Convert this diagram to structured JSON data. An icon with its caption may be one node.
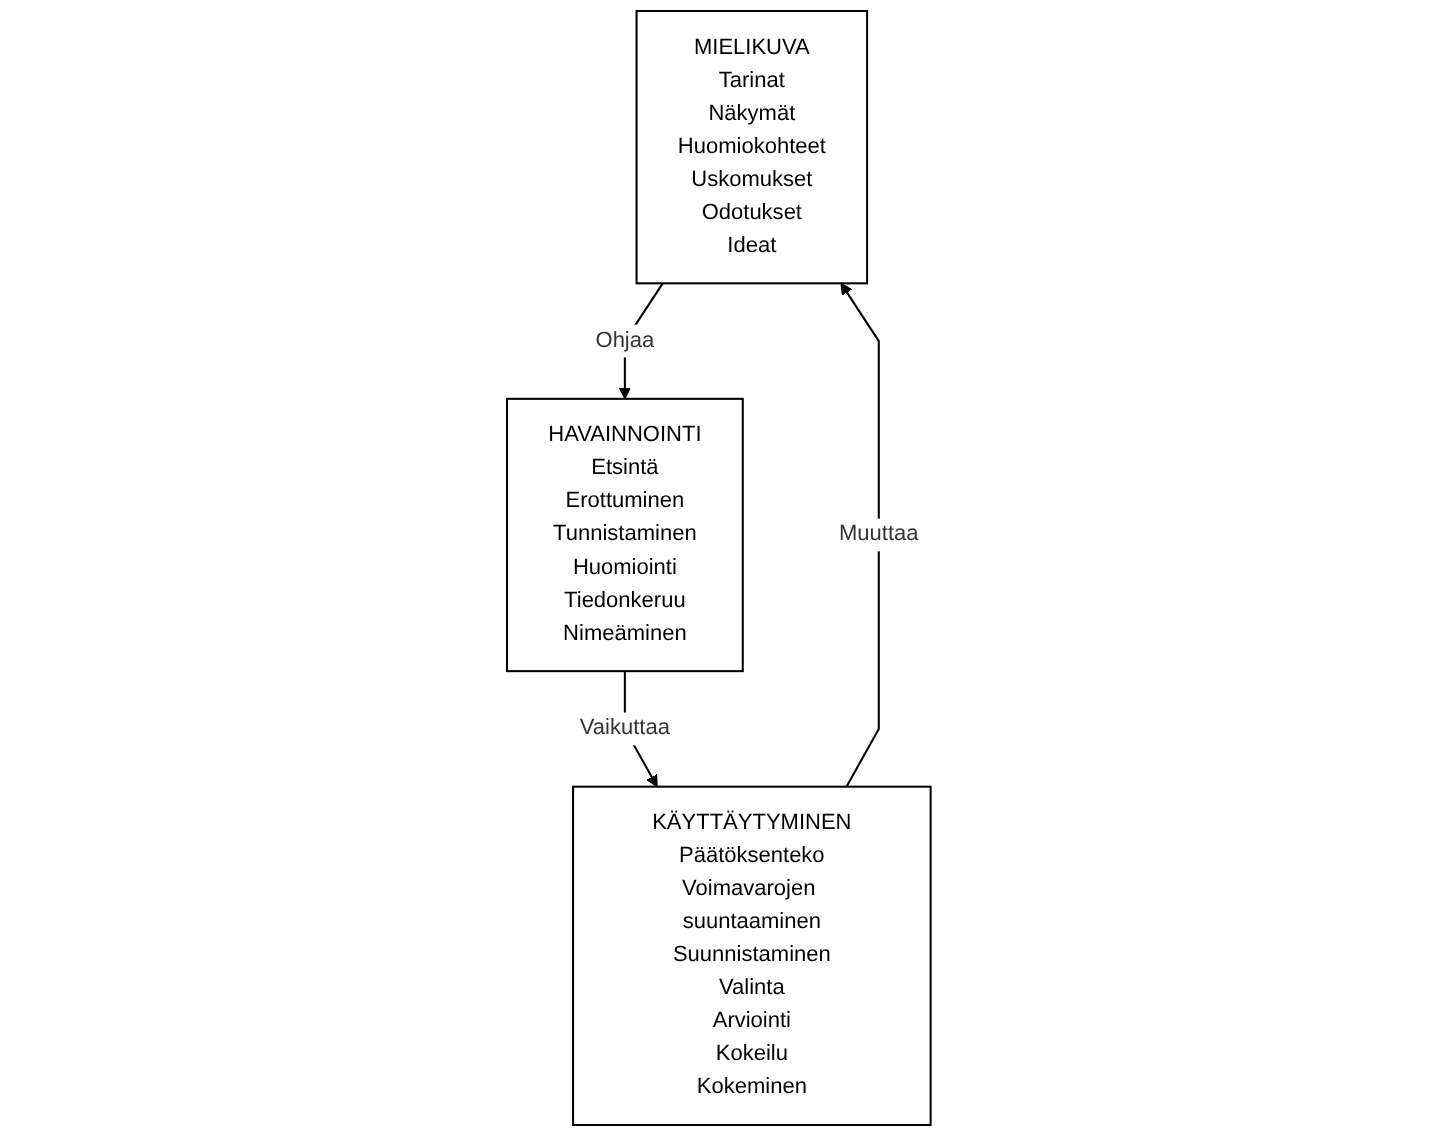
{
  "diagram": {
    "nodes": [
      {
        "text": [
          "MIELIKUVA",
          "Tarinat",
          "Näkymät",
          "Huomiokohteet",
          "Uskomukset",
          "Odotukset",
          "Ideat"
        ]
      },
      {
        "text": [
          "HAVAINNOINTI",
          "Etsintä",
          "Erottuminen",
          "Tunnistaminen",
          "Huomiointi",
          "Tiedonkeruu",
          "Nimeäminen"
        ]
      },
      {
        "text": [
          "KÄYTTÄYTYMINEN",
          "Päätöksenteko",
          "Voimavarojen suuntaaminen",
          "Suunnistaminen",
          "Valinta",
          "Arviointi",
          "Kokeilu",
          "Kokeminen"
        ]
      }
    ],
    "edges": [
      {
        "from": 0,
        "to": 1,
        "arrow": "to",
        "label": "Ohjaa"
      },
      {
        "from": 1,
        "to": 2,
        "arrow": "to",
        "label": "Vaikuttaa"
      },
      {
        "from": 2,
        "to": 0,
        "arrow": "to",
        "label": "Muuttaa"
      }
    ]
  }
}
